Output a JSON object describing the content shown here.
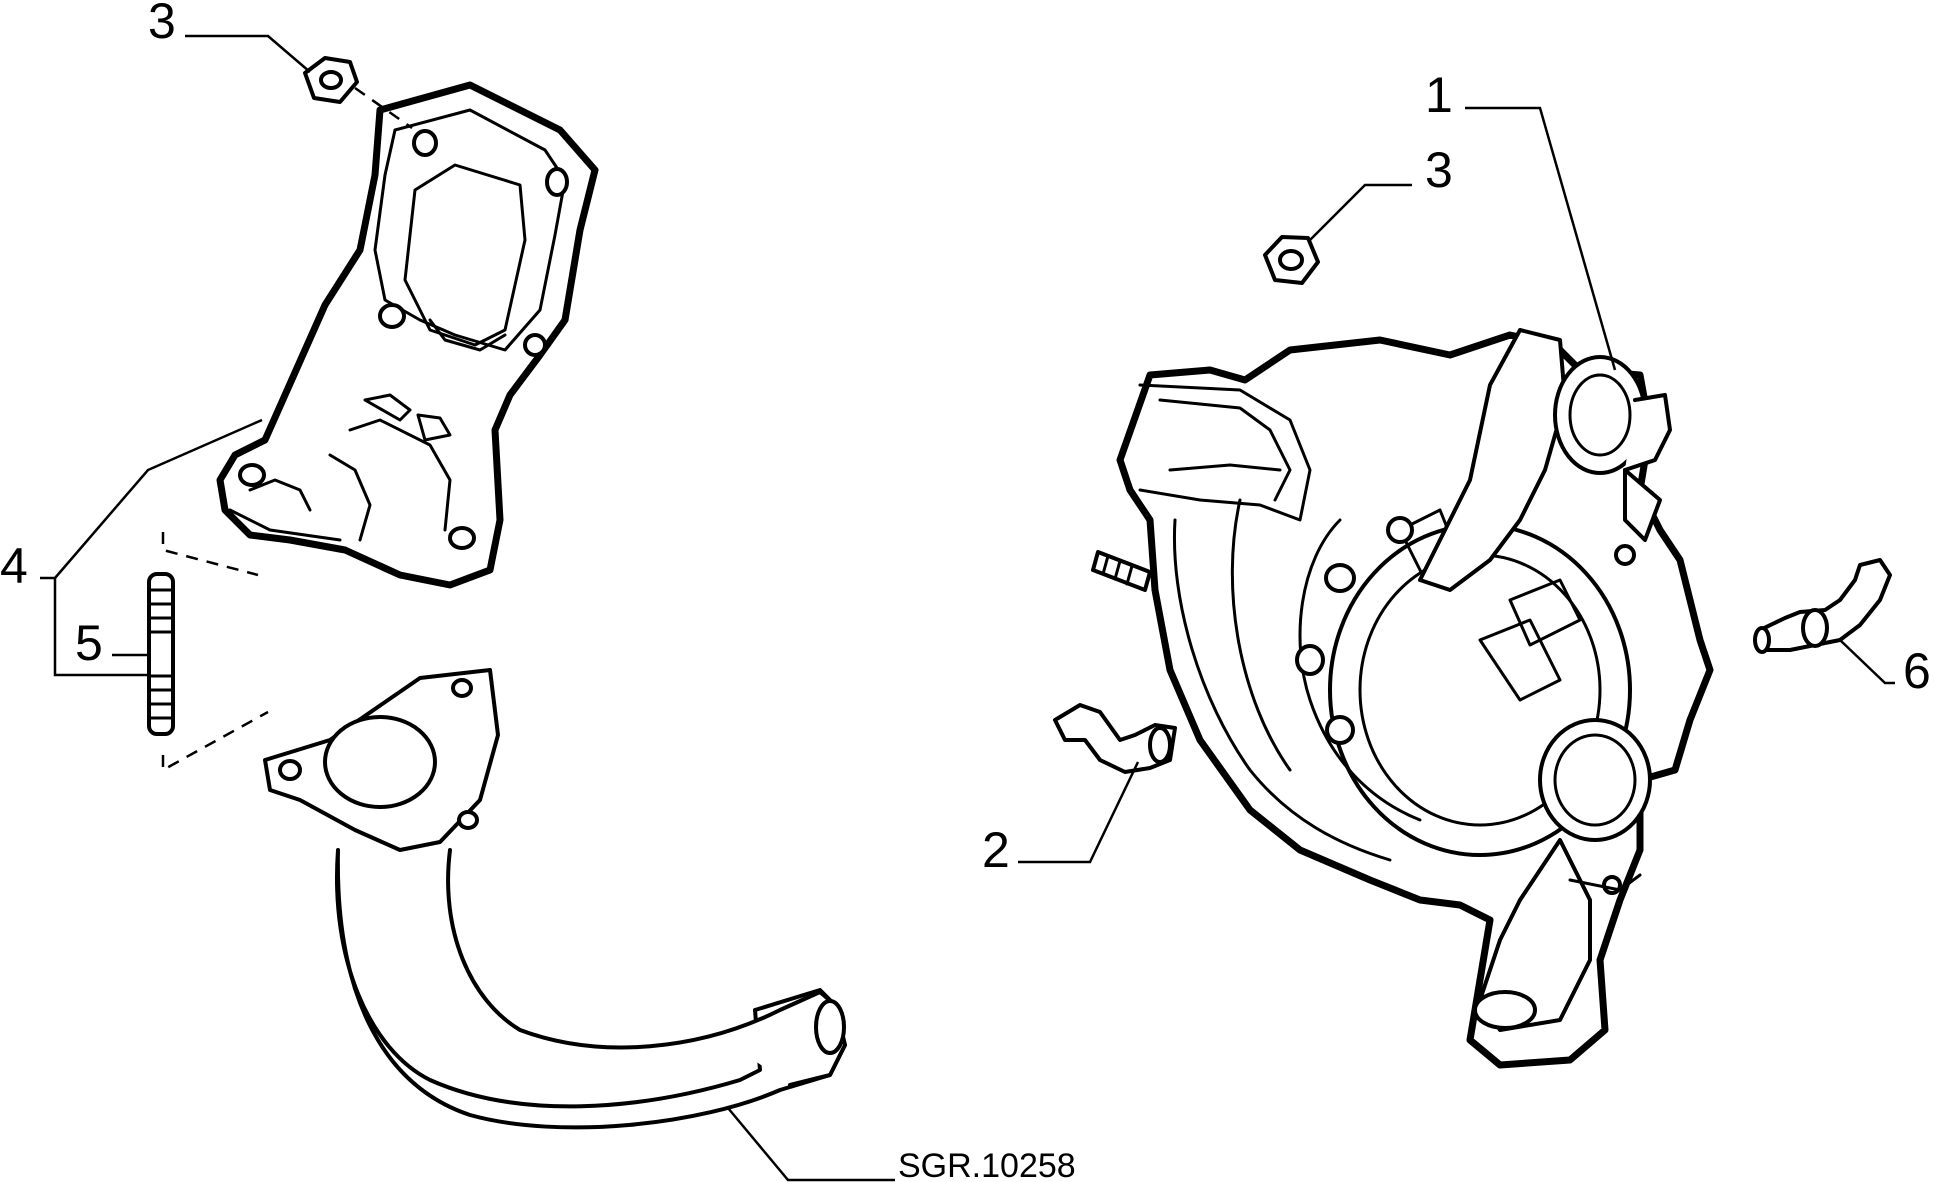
{
  "callouts": {
    "turbocharger": "1",
    "oil_pipe_left": "2",
    "nut_upper_left": "3",
    "nut_right": "3",
    "manifold_flange": "4",
    "stud": "5",
    "oil_pipe_right": "6"
  },
  "drawing_ref": "SGR.10258"
}
